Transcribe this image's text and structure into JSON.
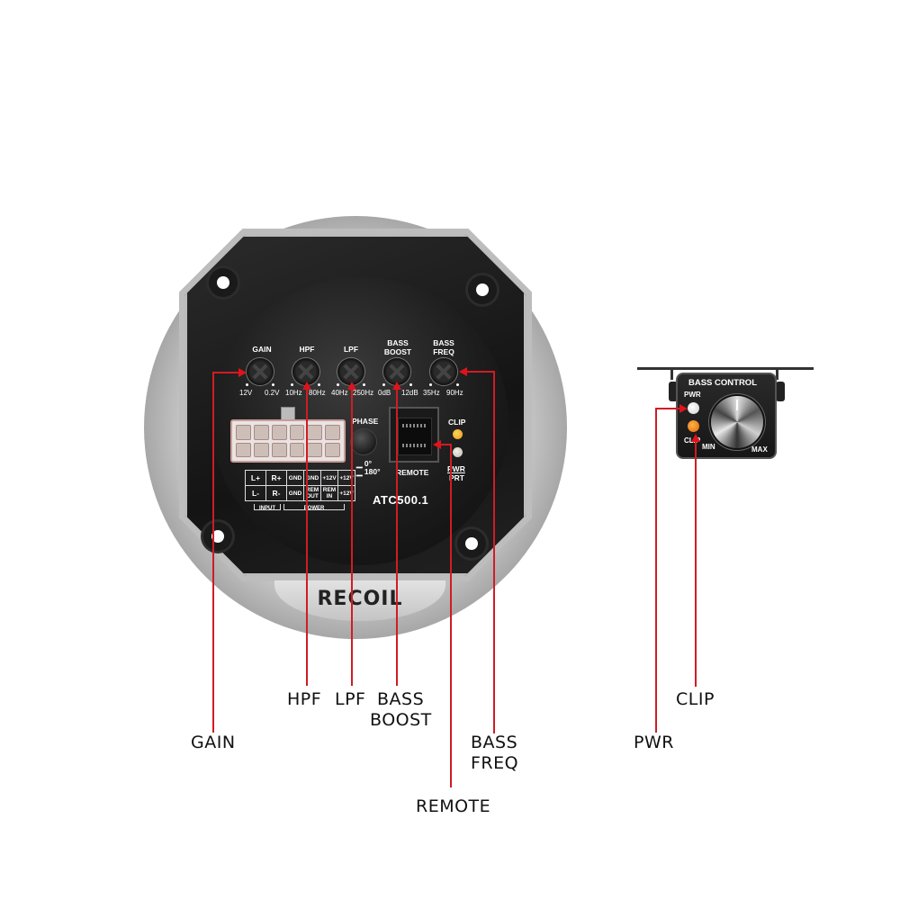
{
  "amplifier": {
    "brand": "RECOIL",
    "model": "ATC500.1",
    "controls": [
      {
        "label": "GAIN",
        "min": "12V",
        "max": "0.2V"
      },
      {
        "label": "HPF",
        "min": "10Hz",
        "max": "80Hz"
      },
      {
        "label": "LPF",
        "min": "40Hz",
        "max": "250Hz"
      },
      {
        "label": "BASS\nBOOST",
        "min": "0dB",
        "max": "12dB"
      },
      {
        "label": "BASS\nFREQ",
        "min": "35Hz",
        "max": "90Hz"
      }
    ],
    "phase": {
      "label": "PHASE",
      "option_0": "0°",
      "option_180": "180°"
    },
    "remote_port": "REMOTE",
    "leds": {
      "clip": "CLIP",
      "pwr": "PWR",
      "prt": "PRT"
    },
    "pin_table": {
      "row1": [
        "L+",
        "R+",
        "GND",
        "GND",
        "+12V",
        "+12V"
      ],
      "row2": [
        "L-",
        "R-",
        "GND",
        "REM OUT",
        "REM IN",
        "+12V"
      ],
      "groups": {
        "input": "INPUT",
        "power": "POWER"
      }
    }
  },
  "remote": {
    "title": "BASS CONTROL",
    "pwr": "PWR",
    "clip": "CLIP",
    "min": "MIN",
    "max": "MAX"
  },
  "callouts": {
    "gain": "GAIN",
    "hpf": "HPF",
    "lpf": "LPF",
    "bass_boost_1": "BASS",
    "bass_boost_2": "BOOST",
    "remote": "REMOTE",
    "bass_freq_1": "BASS",
    "bass_freq_2": "FREQ",
    "pwr": "PWR",
    "clip": "CLIP"
  },
  "colors": {
    "callout_line": "#d01c24",
    "clip_led": "#e59a14",
    "pwr_led": "#e6e2da"
  }
}
